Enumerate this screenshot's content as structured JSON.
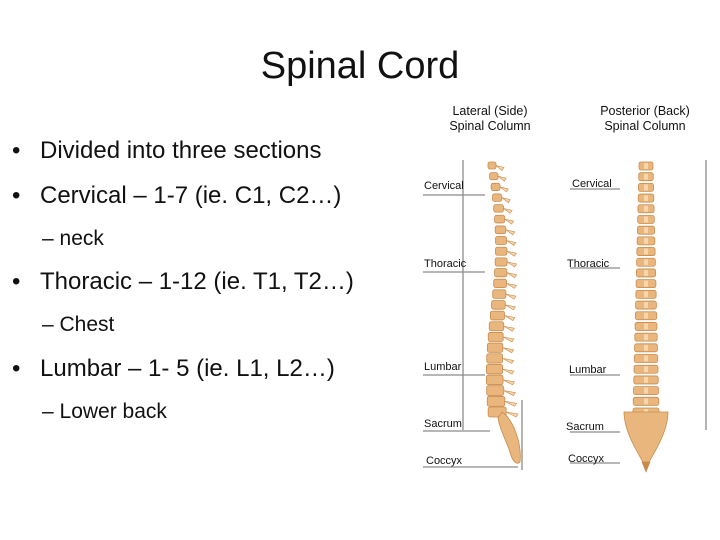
{
  "slide": {
    "title": "Spinal Cord",
    "bullets": [
      {
        "level": 1,
        "text": "Divided into three sections"
      },
      {
        "level": 1,
        "text": "Cervical – 1-7 (ie. C1, C2…)"
      },
      {
        "level": 2,
        "text": "– neck"
      },
      {
        "level": 1,
        "text": "Thoracic – 1-12 (ie. T1, T2…)"
      },
      {
        "level": 2,
        "text": "– Chest"
      },
      {
        "level": 1,
        "text": "Lumbar – 1- 5 (ie. L1, L2…)"
      },
      {
        "level": 2,
        "text": "– Lower back"
      }
    ]
  },
  "figure": {
    "lateral": {
      "heading_line1": "Lateral (Side)",
      "heading_line2": "Spinal Column",
      "labels": [
        "Cervical",
        "Thoracic",
        "Lumbar",
        "Sacrum",
        "Coccyx"
      ]
    },
    "posterior": {
      "heading_line1": "Posterior (Back)",
      "heading_line2": "Spinal Column",
      "labels": [
        "Cervical",
        "Thoracic",
        "Lumbar",
        "Sacrum",
        "Coccyx"
      ]
    },
    "colors": {
      "bone_fill": "#e9b77d",
      "bone_shade": "#c98a4c",
      "bone_light": "#f6d6aa",
      "bracket_line": "#8c8c8c"
    }
  }
}
